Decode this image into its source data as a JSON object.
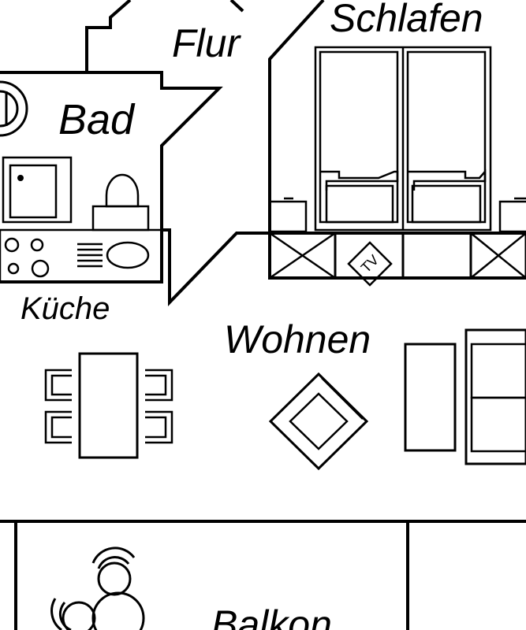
{
  "rooms": {
    "flur": "Flur",
    "schlafen": "Schlafen",
    "bad": "Bad",
    "kueche": "Küche",
    "wohnen": "Wohnen",
    "balkon": "Balkon"
  },
  "tv_label": "TV",
  "colors": {
    "line": "#000000",
    "background": "#ffffff"
  },
  "icons": [
    "door-arc-icon",
    "toilet-icon",
    "sink-icon",
    "stove-icon",
    "double-bed-icon",
    "tv-cabinet-icon",
    "armchair-icon",
    "sofa-icon",
    "dining-table-icon",
    "chair-icon",
    "patio-chair-icon"
  ]
}
